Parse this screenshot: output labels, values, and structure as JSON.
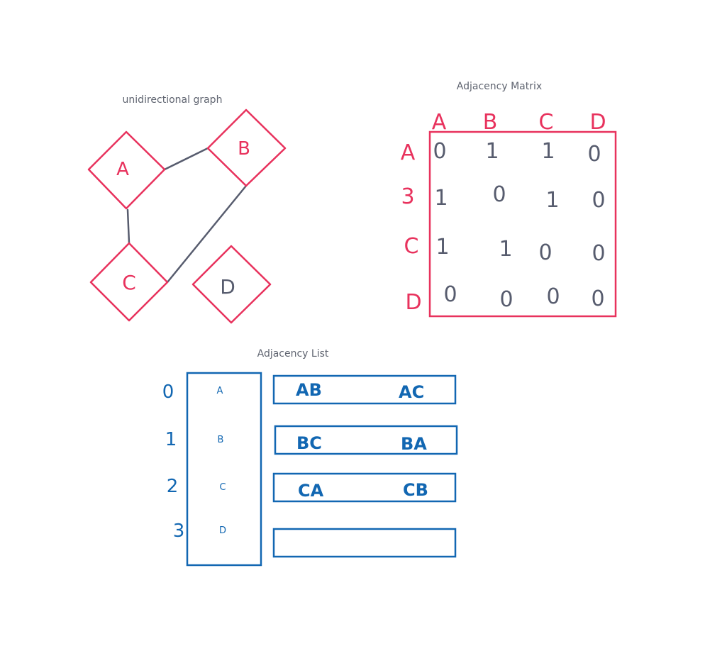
{
  "colors": {
    "pink": "#e8325d",
    "slate": "#575c6e",
    "blue": "#1267b2",
    "caption": "#5f6470"
  },
  "graph": {
    "caption": "unidirectional graph",
    "nodes": {
      "a": "A",
      "b": "B",
      "c": "C",
      "d": "D"
    },
    "edges": [
      [
        "A",
        "B"
      ],
      [
        "A",
        "C"
      ],
      [
        "B",
        "C"
      ]
    ]
  },
  "matrix": {
    "caption": "Adjacency Matrix",
    "col_headers": [
      "A",
      "B",
      "C",
      "D"
    ],
    "row_headers": [
      "A",
      "3",
      "C",
      "D"
    ],
    "rows": [
      [
        "0",
        "1",
        "1",
        "0"
      ],
      [
        "1",
        "0",
        "1",
        "0"
      ],
      [
        "1",
        "1",
        "0",
        "0"
      ],
      [
        "0",
        "0",
        "0",
        "0"
      ]
    ]
  },
  "list": {
    "caption": "Adjacency List",
    "indices": [
      "0",
      "1",
      "2",
      "3"
    ],
    "vertices": [
      "A",
      "B",
      "C",
      "D"
    ],
    "entries": [
      {
        "left": "AB",
        "right": "AC"
      },
      {
        "left": "BC",
        "right": "BA"
      },
      {
        "left": "CA",
        "right": "CB"
      },
      {
        "left": "",
        "right": ""
      }
    ]
  }
}
